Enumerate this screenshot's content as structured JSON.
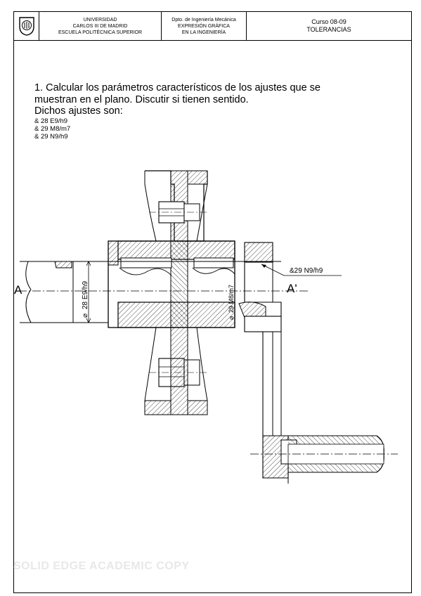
{
  "header": {
    "university": [
      "UNIVERSIDAD",
      "CARLOS III DE MADRID",
      "ESCUELA POLITÉCNICA SUPERIOR"
    ],
    "department": [
      "Dpto. de Ingeniería Mecánica",
      "EXPRESIÓN GRÁFICA",
      "EN LA INGENIERÍA"
    ],
    "course": [
      "Curso 08-09",
      "TOLERANCIAS"
    ]
  },
  "problem": {
    "line1": "1. Calcular los parámetros característicos de los ajustes que se",
    "line2": "muestran en el plano. Discutir si tienen sentido.",
    "line3": "Dichos ajustes son:",
    "fits": [
      "& 28 E9/h9",
      "& 29 M8/m7",
      "& 29 N9/h9"
    ]
  },
  "drawing": {
    "section_left": "A",
    "section_right": "A'",
    "dim_e9": "28 E9/h9",
    "dim_diameter_symbol": "⌀",
    "dim_m8": "29 M8/m7",
    "leader_n9": "&29 N9/h9"
  },
  "watermark": "SOLID EDGE ACADEMIC COPY"
}
